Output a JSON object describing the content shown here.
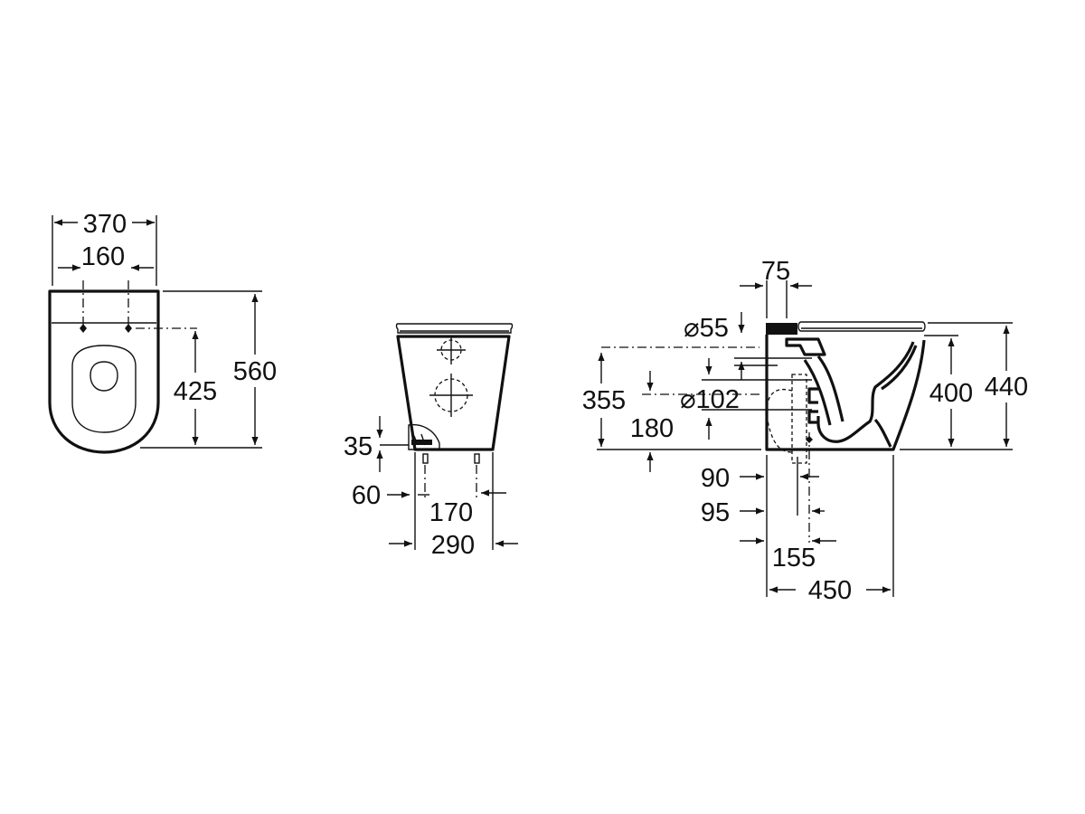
{
  "views": {
    "top": {
      "overall_width": "370",
      "fixing_spacing": "160",
      "fixing_from_back": "425",
      "overall_length": "560"
    },
    "rear": {
      "inlet_height": "35",
      "inlet_offset": "60",
      "fixing_centres": "170",
      "base_width": "290"
    },
    "side": {
      "inlet_pipe_length": "75",
      "inlet_diameter": "⌀55",
      "outlet_diameter": "⌀102",
      "inlet_centre_height": "355",
      "outlet_centre_height": "180",
      "bowl_rim_height": "400",
      "seat_height": "440",
      "outlet_offset_a": "90",
      "outlet_offset_b": "95",
      "fixing_offset": "155",
      "overall_projection": "450"
    }
  }
}
